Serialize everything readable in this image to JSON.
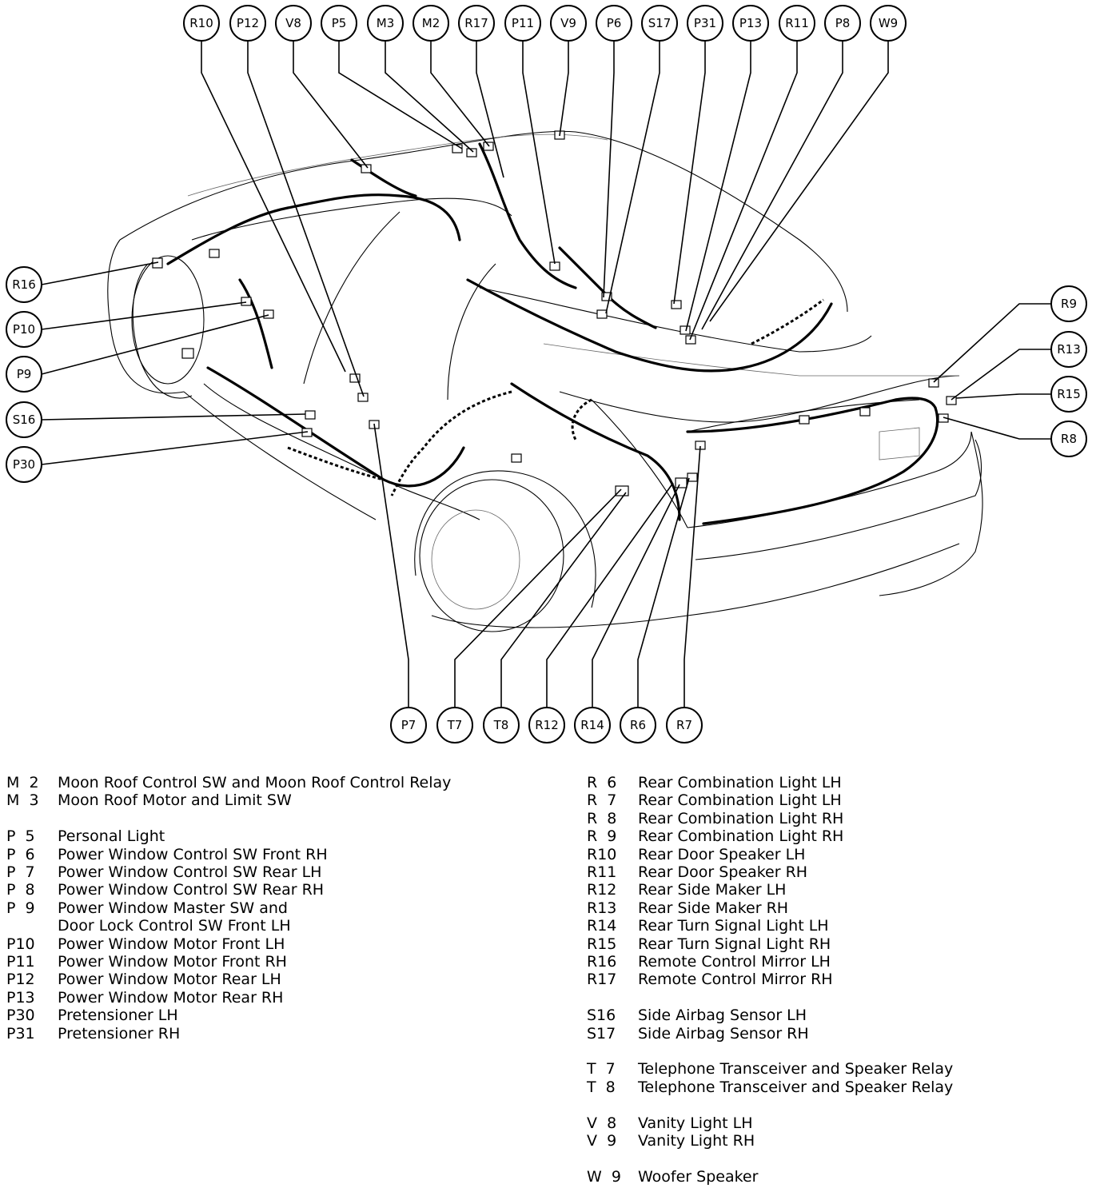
{
  "callouts": {
    "top": [
      "R10",
      "P12",
      "V8",
      "P5",
      "M3",
      "M2",
      "R17",
      "P11",
      "V9",
      "P6",
      "S17",
      "P31",
      "P13",
      "R11",
      "P8",
      "W9"
    ],
    "left": [
      "R16",
      "P10",
      "P9",
      "S16",
      "P30"
    ],
    "right": [
      "R9",
      "R13",
      "R15",
      "R8"
    ],
    "bottom": [
      "P7",
      "T7",
      "T8",
      "R12",
      "R14",
      "R6",
      "R7"
    ]
  },
  "legend": {
    "left": [
      [
        {
          "code": "M  2",
          "desc": [
            "Moon Roof Control SW and Moon Roof Control Relay"
          ]
        },
        {
          "code": "M  3",
          "desc": [
            "Moon Roof Motor and Limit SW"
          ]
        }
      ],
      [
        {
          "code": "P  5",
          "desc": [
            "Personal Light"
          ]
        },
        {
          "code": "P  6",
          "desc": [
            "Power Window Control SW Front RH"
          ]
        },
        {
          "code": "P  7",
          "desc": [
            "Power Window Control SW Rear LH"
          ]
        },
        {
          "code": "P  8",
          "desc": [
            "Power Window Control SW Rear RH"
          ]
        },
        {
          "code": "P  9",
          "desc": [
            "Power Window Master SW and",
            "Door Lock Control SW Front LH"
          ]
        },
        {
          "code": "P10",
          "desc": [
            "Power Window Motor Front LH"
          ]
        },
        {
          "code": "P11",
          "desc": [
            "Power Window Motor Front RH"
          ]
        },
        {
          "code": "P12",
          "desc": [
            "Power Window Motor Rear LH"
          ]
        },
        {
          "code": "P13",
          "desc": [
            "Power Window Motor Rear RH"
          ]
        },
        {
          "code": "P30",
          "desc": [
            "Pretensioner LH"
          ]
        },
        {
          "code": "P31",
          "desc": [
            "Pretensioner RH"
          ]
        }
      ]
    ],
    "right": [
      [
        {
          "code": "R  6",
          "desc": [
            "Rear Combination Light LH"
          ]
        },
        {
          "code": "R  7",
          "desc": [
            "Rear Combination Light LH"
          ]
        },
        {
          "code": "R  8",
          "desc": [
            "Rear Combination Light RH"
          ]
        },
        {
          "code": "R  9",
          "desc": [
            "Rear Combination Light RH"
          ]
        },
        {
          "code": "R10",
          "desc": [
            "Rear Door Speaker LH"
          ]
        },
        {
          "code": "R11",
          "desc": [
            "Rear Door Speaker RH"
          ]
        },
        {
          "code": "R12",
          "desc": [
            "Rear Side Maker LH"
          ]
        },
        {
          "code": "R13",
          "desc": [
            "Rear Side Maker RH"
          ]
        },
        {
          "code": "R14",
          "desc": [
            "Rear Turn Signal Light LH"
          ]
        },
        {
          "code": "R15",
          "desc": [
            "Rear Turn Signal Light RH"
          ]
        },
        {
          "code": "R16",
          "desc": [
            "Remote Control Mirror LH"
          ]
        },
        {
          "code": "R17",
          "desc": [
            "Remote Control Mirror RH"
          ]
        }
      ],
      [
        {
          "code": "S16",
          "desc": [
            "Side Airbag Sensor LH"
          ]
        },
        {
          "code": "S17",
          "desc": [
            "Side Airbag Sensor RH"
          ]
        }
      ],
      [
        {
          "code": "T  7",
          "desc": [
            "Telephone Transceiver and Speaker Relay"
          ]
        },
        {
          "code": "T  8",
          "desc": [
            "Telephone Transceiver and Speaker Relay"
          ]
        }
      ],
      [
        {
          "code": "V  8",
          "desc": [
            "Vanity Light LH"
          ]
        },
        {
          "code": "V  9",
          "desc": [
            "Vanity Light RH"
          ]
        }
      ],
      [
        {
          "code": "W  9",
          "desc": [
            "Woofer Speaker"
          ]
        }
      ]
    ]
  }
}
